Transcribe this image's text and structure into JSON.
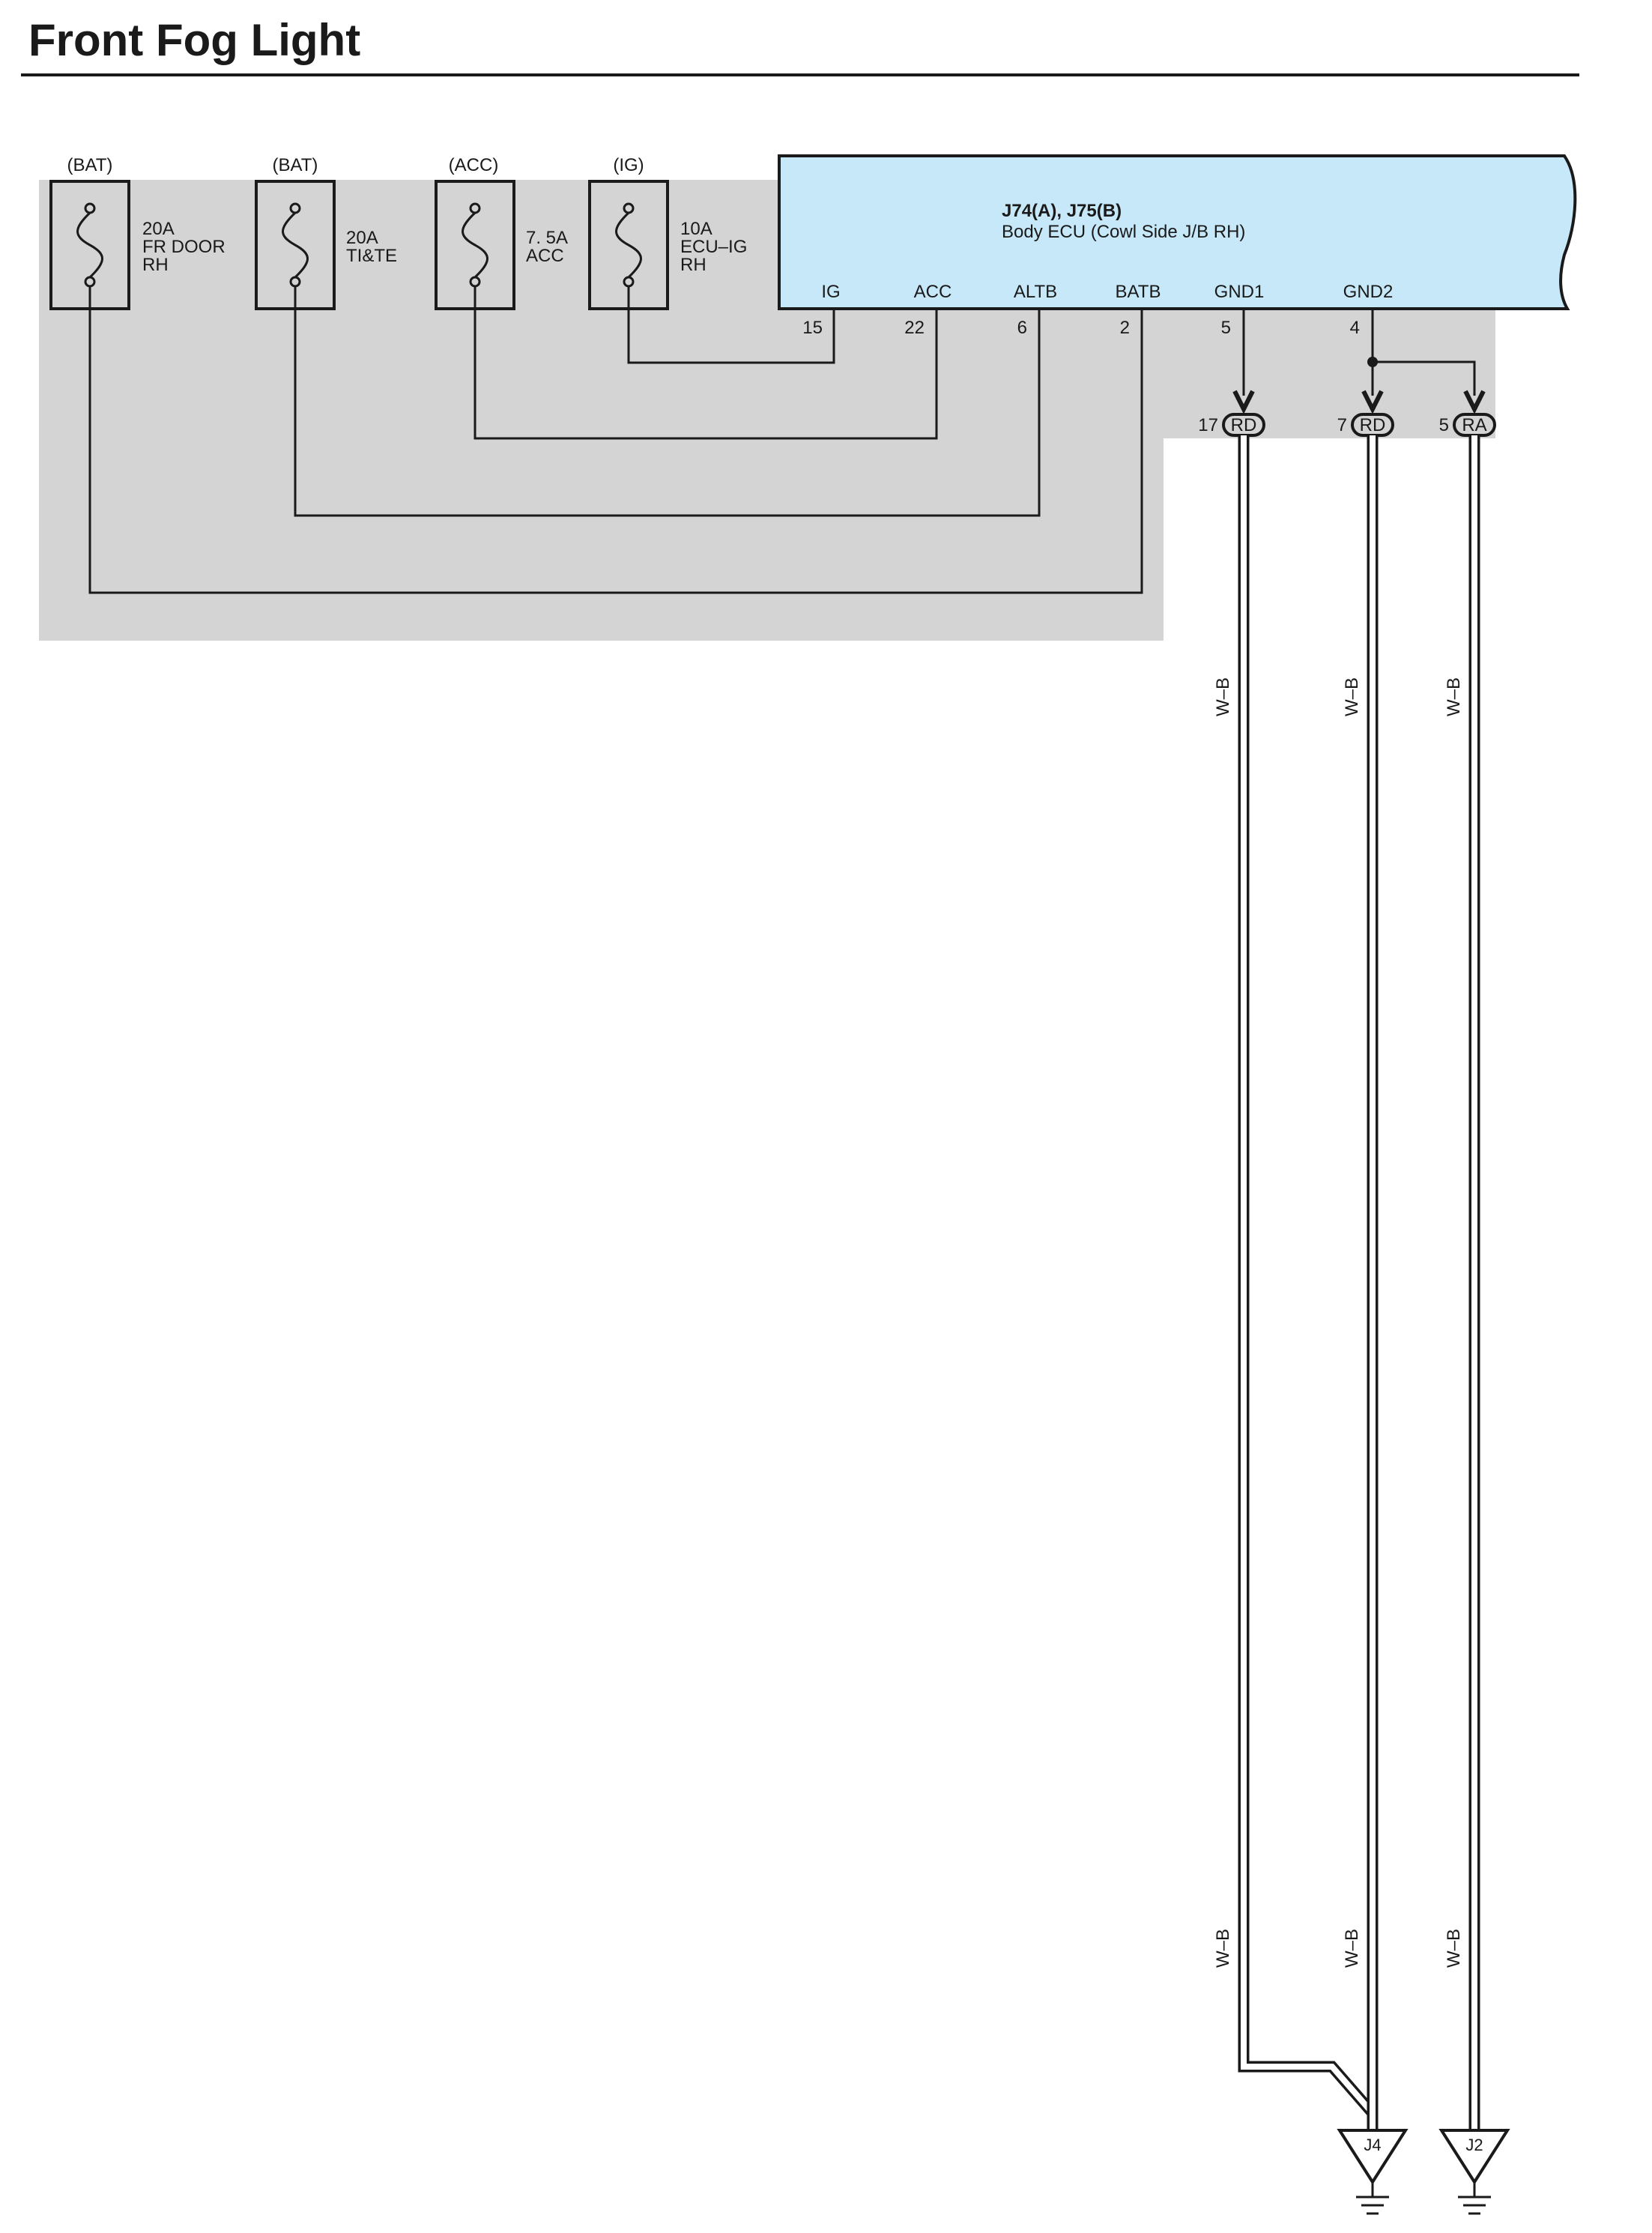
{
  "page": {
    "title": "Front Fog Light"
  },
  "fuses": [
    {
      "source": "(BAT)",
      "lines": [
        "20A",
        "FR DOOR",
        "RH"
      ]
    },
    {
      "source": "(BAT)",
      "lines": [
        "20A",
        "TI&TE"
      ]
    },
    {
      "source": "(ACC)",
      "lines": [
        "7. 5A",
        "ACC"
      ]
    },
    {
      "source": "(IG)",
      "lines": [
        "10A",
        "ECU–IG",
        "RH"
      ]
    }
  ],
  "ecu": {
    "code": "J74(A), J75(B)",
    "name": "Body ECU (Cowl Side J/B RH)",
    "terminals": [
      {
        "label": "IG",
        "pin": "15"
      },
      {
        "label": "ACC",
        "pin": "22"
      },
      {
        "label": "ALTB",
        "pin": "6"
      },
      {
        "label": "BATB",
        "pin": "2"
      },
      {
        "label": "GND1",
        "pin": "5"
      },
      {
        "label": "GND2",
        "pin": "4"
      }
    ]
  },
  "connectors": [
    {
      "pin": "17",
      "code": "RD"
    },
    {
      "pin": "7",
      "code": "RD"
    },
    {
      "pin": "5",
      "code": "RA"
    }
  ],
  "wire_color": "W–B",
  "grounds": [
    "J4",
    "J2"
  ],
  "colors": {
    "ecu_fill": "#c6e8f8",
    "shade": "#d4d4d4",
    "ink": "#1a1a1a"
  }
}
